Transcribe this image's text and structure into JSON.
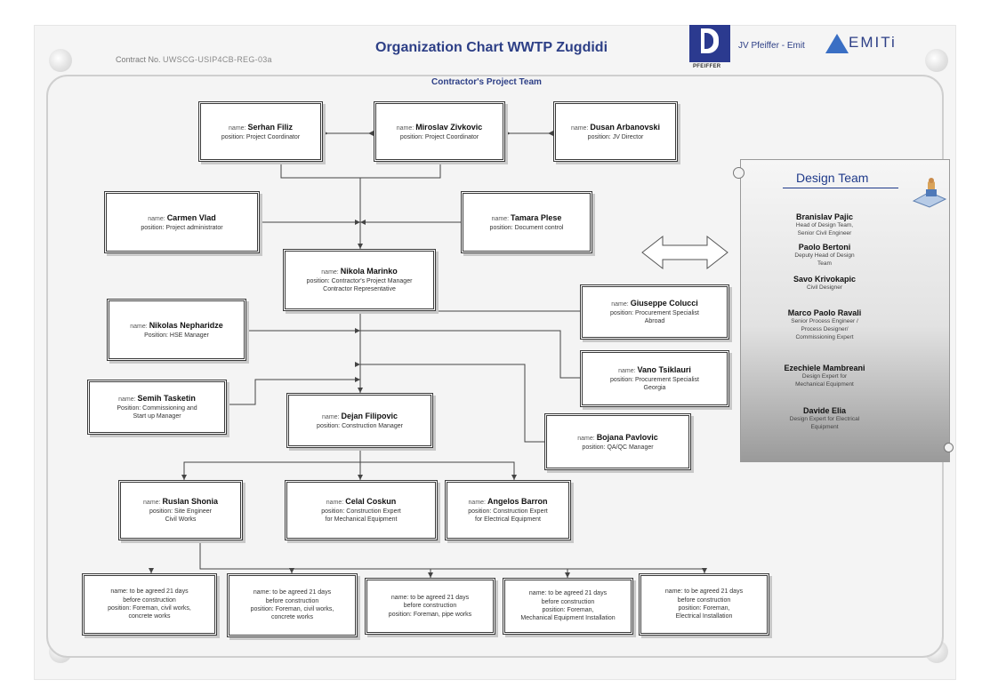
{
  "header": {
    "contract_label": "Contract No.",
    "contract_no": "UWSCG-USIP4CB-REG-03a",
    "title": "Organization Chart WWTP Zugdidi",
    "logo_caption": "PFEIFFER",
    "jv_text": "JV Pfeiffer - Emit",
    "emiti_text": "EMITi"
  },
  "frame": {
    "title": "Contractor's Project Team"
  },
  "people": {
    "serhan": {
      "name_label": "name:",
      "name": "Serhan Filiz",
      "position": "position: Project Coordinator"
    },
    "miroslav": {
      "name_label": "name:",
      "name": "Miroslav Zivkovic",
      "position": "position: Project Coordinator"
    },
    "dusan": {
      "name_label": "name:",
      "name": "Dusan Arbanovski",
      "position": "position: JV Director"
    },
    "carmen": {
      "name_label": "name:",
      "name": "Carmen Vlad",
      "position": "position: Project administrator"
    },
    "tamara": {
      "name_label": "name:",
      "name": "Tamara Plese",
      "position": "position: Document control"
    },
    "nikola": {
      "name_label": "name:",
      "name": "Nikola Marinko",
      "position": "position: Contractor's Project Manager",
      "position2": "Contractor Representative"
    },
    "nikolas": {
      "name_label": "name:",
      "name": "Nikolas Nepharidze",
      "position": "Position: HSE Manager"
    },
    "giuseppe": {
      "name_label": "name:",
      "name": "Giuseppe Colucci",
      "position": "position: Procurement Specialist",
      "position2": "Abroad"
    },
    "vano": {
      "name_label": "name:",
      "name": "Vano Tsiklauri",
      "position": "position: Procurement Specialist",
      "position2": "Georgia"
    },
    "semih": {
      "name_label": "name:",
      "name": "Semih Tasketin",
      "position": "Position: Commissioning and",
      "position2": "Start up Manager"
    },
    "dejan": {
      "name_label": "name:",
      "name": "Dejan Filipovic",
      "position": "position: Construction Manager"
    },
    "bojana": {
      "name_label": "name:",
      "name": "Bojana Pavlovic",
      "position": "position: QA/QC Manager"
    },
    "ruslan": {
      "name_label": "name:",
      "name": "Ruslan Shonia",
      "position": "position: Site Engineer",
      "position2": "Civil Works"
    },
    "celal": {
      "name_label": "name:",
      "name": "Celal Coskun",
      "position": "position: Construction Expert",
      "position2": "for Mechanical Equipment"
    },
    "angelos": {
      "name_label": "name:",
      "name": "Angelos Barron",
      "position": "position: Construction Expert",
      "position2": "for Electrical Equipment"
    }
  },
  "foremen": [
    {
      "line1": "name: to be agreed 21 days",
      "line2": "before construction",
      "line3": "position: Foreman, civil works,",
      "line4": "concrete works"
    },
    {
      "line1": "name: to be agreed 21 days",
      "line2": "before construction",
      "line3": "position: Foreman, civil works,",
      "line4": "concrete works"
    },
    {
      "line1": "name: to be agreed 21 days",
      "line2": "before construction",
      "line3": "position: Foreman, pipe works",
      "line4": ""
    },
    {
      "line1": "name: to be agreed 21 days",
      "line2": "before construction",
      "line3": "position: Foreman,",
      "line4": "Mechanical Equipment Installation"
    },
    {
      "line1": "name: to be agreed 21 days",
      "line2": "before construction",
      "line3": "position: Foreman,",
      "line4": "Electrical Installation"
    }
  ],
  "design_team": {
    "title": "Design Team",
    "members": [
      {
        "name": "Branislav Pajic",
        "role1": "Head of Design Team,",
        "role2": "Senior Civil Engineer"
      },
      {
        "name": "Paolo Bertoni",
        "role1": "Deputy Head of Design",
        "role2": "Team"
      },
      {
        "name": "Savo Krivokapic",
        "role1": "Civil Designer",
        "role2": ""
      },
      {
        "name": "Marco Paolo Ravali",
        "role1": "Senior Process Engineer /",
        "role2": "Process Designer/",
        "role3": "Commissioning Expert"
      },
      {
        "name": "Ezechiele Mambreani",
        "role1": "Design Expert for",
        "role2": "Mechanical Equipment"
      },
      {
        "name": "Davide Elia",
        "role1": "Design Expert for Electrical",
        "role2": "Equipment"
      }
    ]
  },
  "colors": {
    "title_blue": "#2d3f86",
    "box_border": "#3a3a3a",
    "connector": "#444444"
  }
}
